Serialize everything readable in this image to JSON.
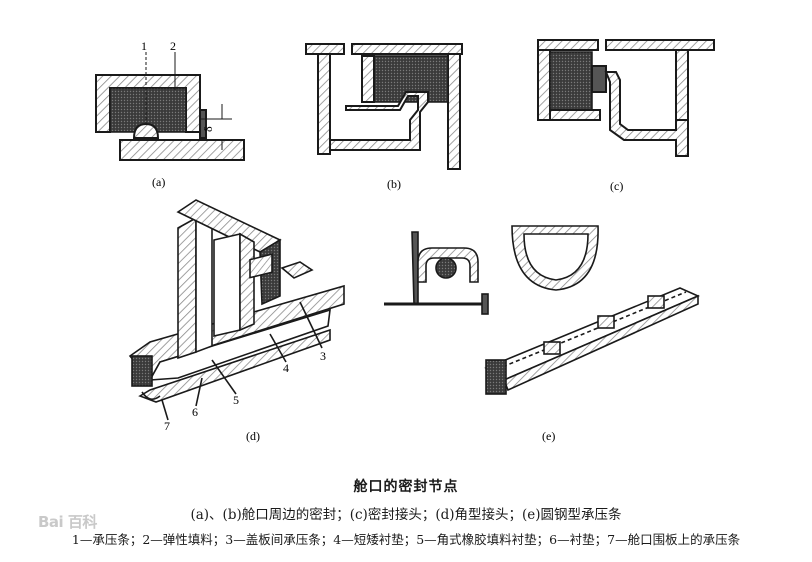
{
  "panels": {
    "a": {
      "label": "(a)",
      "callouts": [
        "1",
        "2"
      ],
      "gap_symbol": "δ"
    },
    "b": {
      "label": "(b)"
    },
    "c": {
      "label": "(c)"
    },
    "d": {
      "label": "(d)",
      "callouts": [
        "3",
        "4",
        "5",
        "6",
        "7"
      ]
    },
    "e": {
      "label": "(e)"
    }
  },
  "caption": {
    "title": "舱口的密封节点",
    "subtitle": "(a)、(b)舱口周边的密封；(c)密封接头；(d)角型接头；(e)圆钢型承压条",
    "legend": "1—承压条；2—弹性填料；3—盖板间承压条；4—短矮衬垫；5—角式橡胶填料衬垫；6—衬垫；7—舱口围板上的承压条"
  },
  "watermark": "Bai 百科",
  "colors": {
    "ink": "#1a1a1a",
    "fill": "#555555",
    "hatch": "#9a9a9a"
  }
}
